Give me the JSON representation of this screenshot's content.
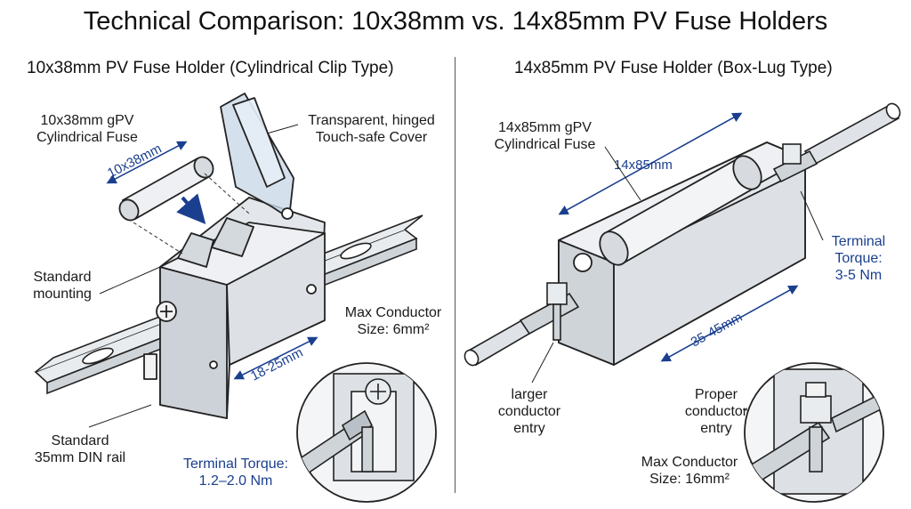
{
  "title": "Technical Comparison: 10x38mm vs. 14x85mm PV Fuse Holders",
  "left": {
    "heading": "10x38mm PV Fuse Holder (Cylindrical Clip Type)",
    "fuse_label": "10x38mm gPV\nCylindrical Fuse",
    "fuse_dim": "10x38mm",
    "cover_label": "Transparent, hinged\nTouch-safe Cover",
    "mounting_label": "Standard\nmounting",
    "width_dim": "18-25mm",
    "max_conductor": "Max Conductor\nSize: 6mm²",
    "din_label": "Standard\n35mm DIN rail",
    "torque": "Terminal Torque:\n1.2–2.0 Nm"
  },
  "right": {
    "heading": "14x85mm PV Fuse Holder (Box-Lug Type)",
    "fuse_label": "14x85mm gPV\nCylindrical Fuse",
    "fuse_dim": "14x85mm",
    "torque": "Terminal\nTorque:\n3-5 Nm",
    "width_dim": "35-45mm",
    "entry_label": "larger\nconductor\nentry",
    "proper_entry": "Proper\nconductor\nentry",
    "max_conductor": "Max Conductor\nSize: 16mm²"
  }
}
